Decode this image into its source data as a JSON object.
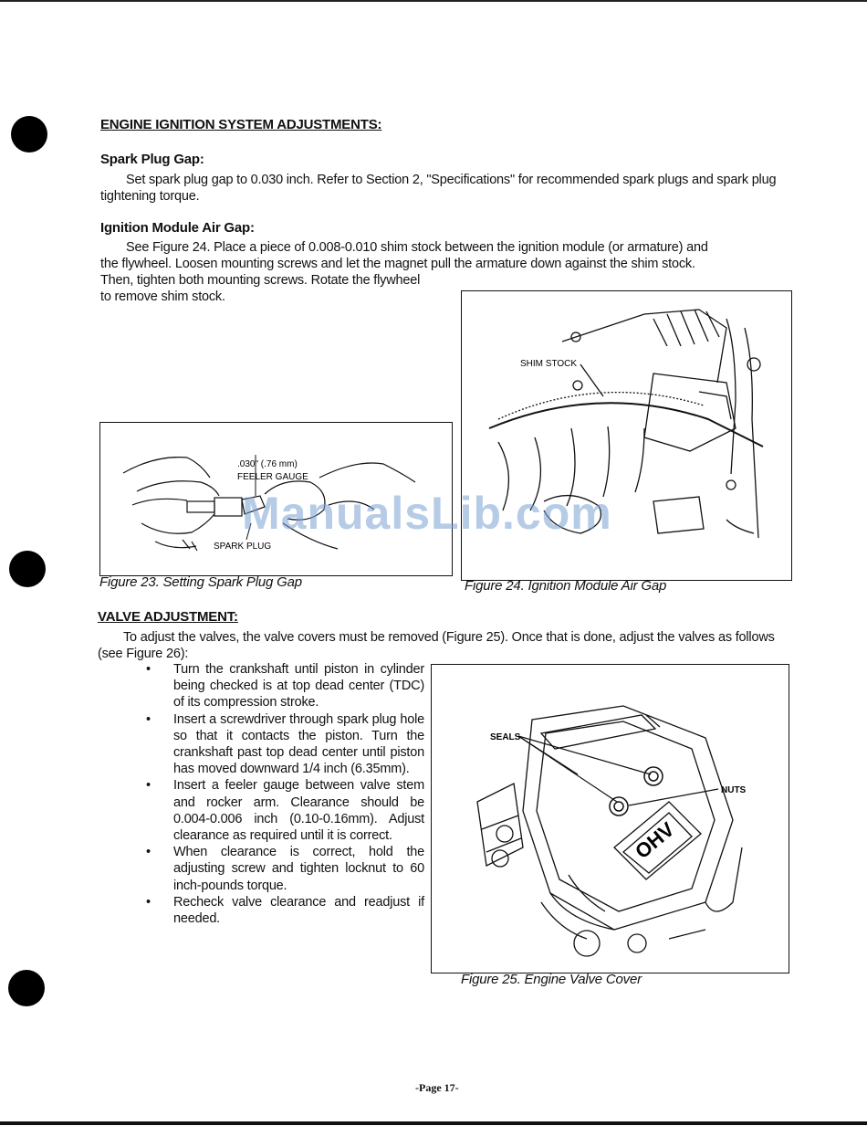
{
  "heading": "ENGINE IGNITION SYSTEM ADJUSTMENTS:",
  "spark_plug": {
    "title": "Spark Plug Gap:",
    "text": "Set spark plug gap to 0.030 inch. Refer to Section 2, \"Specifications\" for recommended spark plugs and spark plug tightening torque."
  },
  "ignition": {
    "title": "Ignition Module Air Gap:",
    "line1": "See Figure 24.  Place a piece of 0.008-0.010 shim stock between the ignition module (or armature) and",
    "line2": "the flywheel. Loosen mounting screws and let the magnet pull the armature down against the shim stock.",
    "line3": "Then, tighten both mounting screws. Rotate the flywheel",
    "line4": "to remove shim stock."
  },
  "figure23": {
    "caption": "Figure 23. Setting Spark Plug Gap",
    "label_gap": ".030\" (.76 mm)",
    "label_gauge": "FEELER GAUGE",
    "label_plug": "SPARK PLUG"
  },
  "figure24": {
    "caption": "Figure 24. Ignition Module Air Gap",
    "label_shim": "SHIM STOCK"
  },
  "valve": {
    "title": "VALVE ADJUSTMENT:",
    "intro": "To adjust the valves, the valve covers must be removed (Figure 25).  Once that is done, adjust the valves as follows (see Figure 26):",
    "bullets": [
      "Turn the crankshaft until piston in cylinder being checked is at top dead center (TDC) of its compression stroke.",
      "Insert a screwdriver through spark plug hole so that it contacts the piston. Turn the crankshaft past top dead center until piston has moved downward 1/4 inch (6.35mm).",
      "Insert a feeler gauge between valve stem and rocker arm. Clearance should be 0.004-0.006 inch (0.10-0.16mm). Adjust clearance as required until it is correct.",
      "When clearance is correct, hold the adjusting screw and tighten locknut to 60 inch-pounds torque.",
      "Recheck valve clearance and readjust if needed."
    ]
  },
  "figure25": {
    "caption": "Figure 25. Engine Valve Cover",
    "label_seals": "SEALS",
    "label_nuts": "NUTS",
    "label_ohv": "OHV"
  },
  "watermark": "ManualsLib.com",
  "page_number": "-Page 17-"
}
